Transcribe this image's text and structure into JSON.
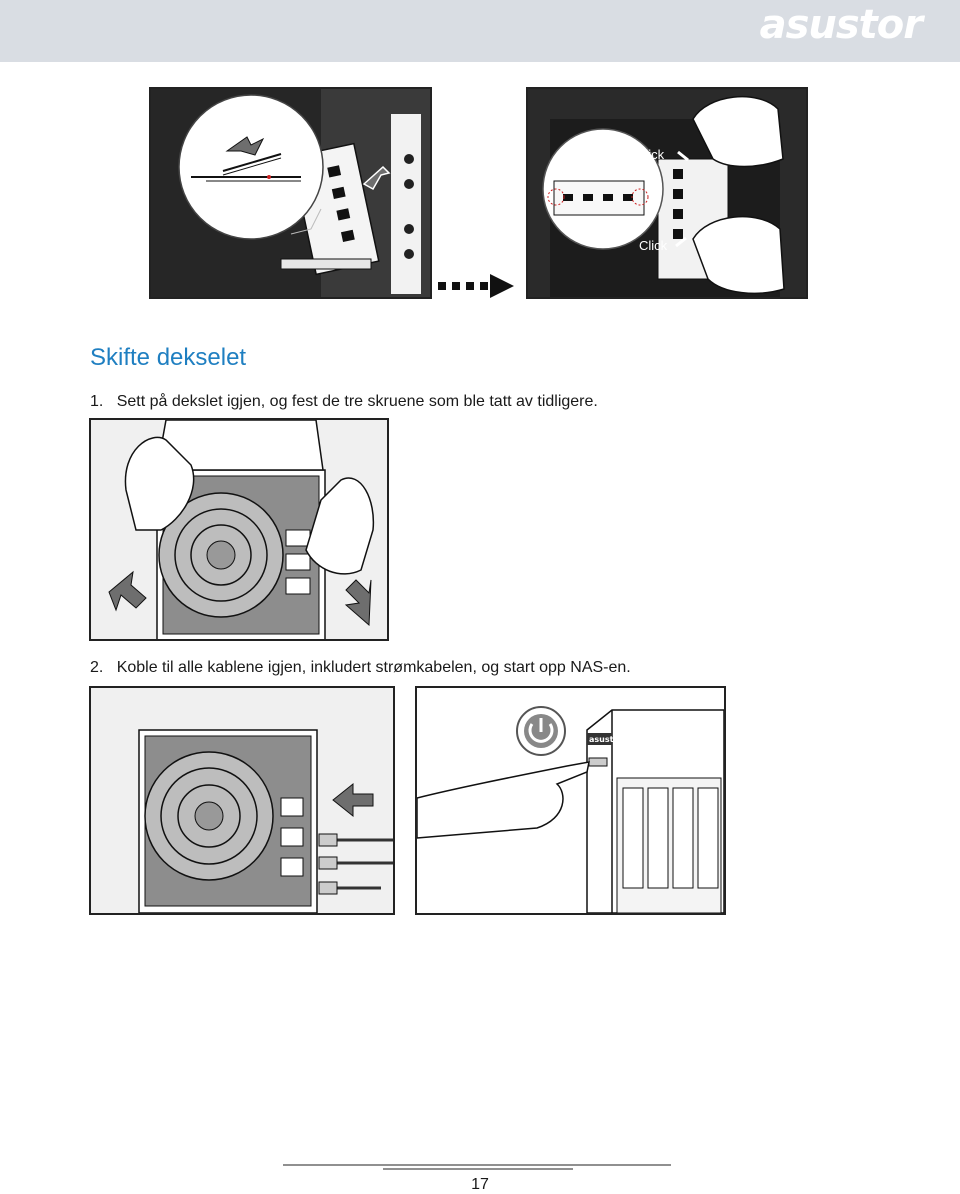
{
  "header": {
    "brand": "asustor"
  },
  "figure1": {
    "click_top": "Click",
    "click_bottom": "Click"
  },
  "section": {
    "title": "Skifte dekselet"
  },
  "steps": [
    {
      "num": "1.",
      "text": "Sett på dekslet igjen, og fest de tre skruene som ble tatt av tidligere."
    },
    {
      "num": "2.",
      "text": "Koble til alle kablene igjen, inkludert strømkabelen, og start opp NAS-en."
    }
  ],
  "figure4": {
    "badge": "asustor"
  },
  "footer": {
    "page_number": "17"
  },
  "colors": {
    "header_bg": "#d9dde3",
    "title_blue": "#1f7fc1",
    "dark": "#222222",
    "arrow_gray": "#6e6e6e"
  }
}
